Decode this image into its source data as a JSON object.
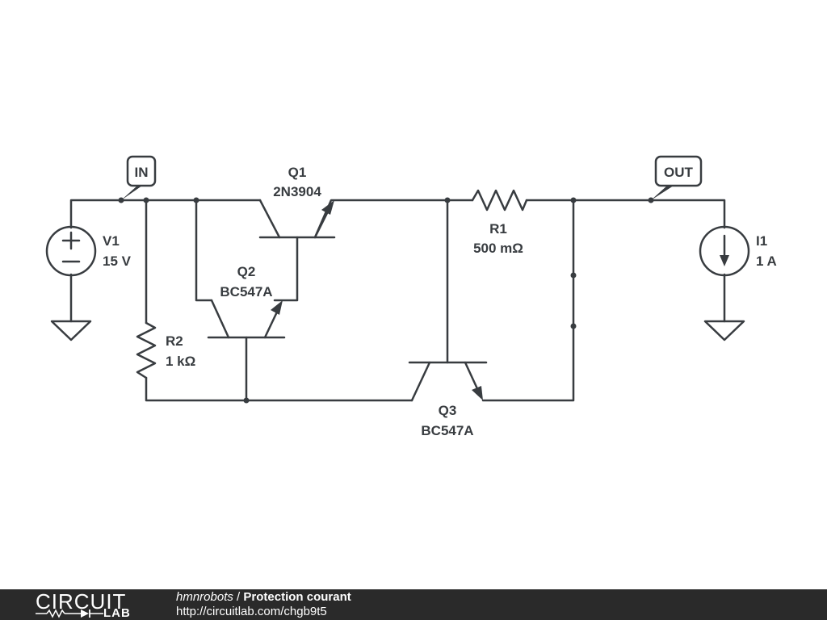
{
  "schematic": {
    "ports": {
      "in": "IN",
      "out": "OUT"
    },
    "components": {
      "v1": {
        "name": "V1",
        "value": "15 V"
      },
      "i1": {
        "name": "I1",
        "value": "1 A"
      },
      "q1": {
        "name": "Q1",
        "value": "2N3904"
      },
      "q2": {
        "name": "Q2",
        "value": "BC547A"
      },
      "q3": {
        "name": "Q3",
        "value": "BC547A"
      },
      "r1": {
        "name": "R1",
        "value": "500 mΩ"
      },
      "r2": {
        "name": "R2",
        "value": "1 kΩ"
      }
    },
    "colors": {
      "wire": "#383c40",
      "background": "#ffffff"
    }
  },
  "footer": {
    "brand_top": "CIRCUIT",
    "brand_bottom": "LAB",
    "author": "hmnrobots",
    "separator": " / ",
    "title": "Protection courant",
    "url": "http://circuitlab.com/chgb9t5",
    "background": "#2a2a2a"
  }
}
